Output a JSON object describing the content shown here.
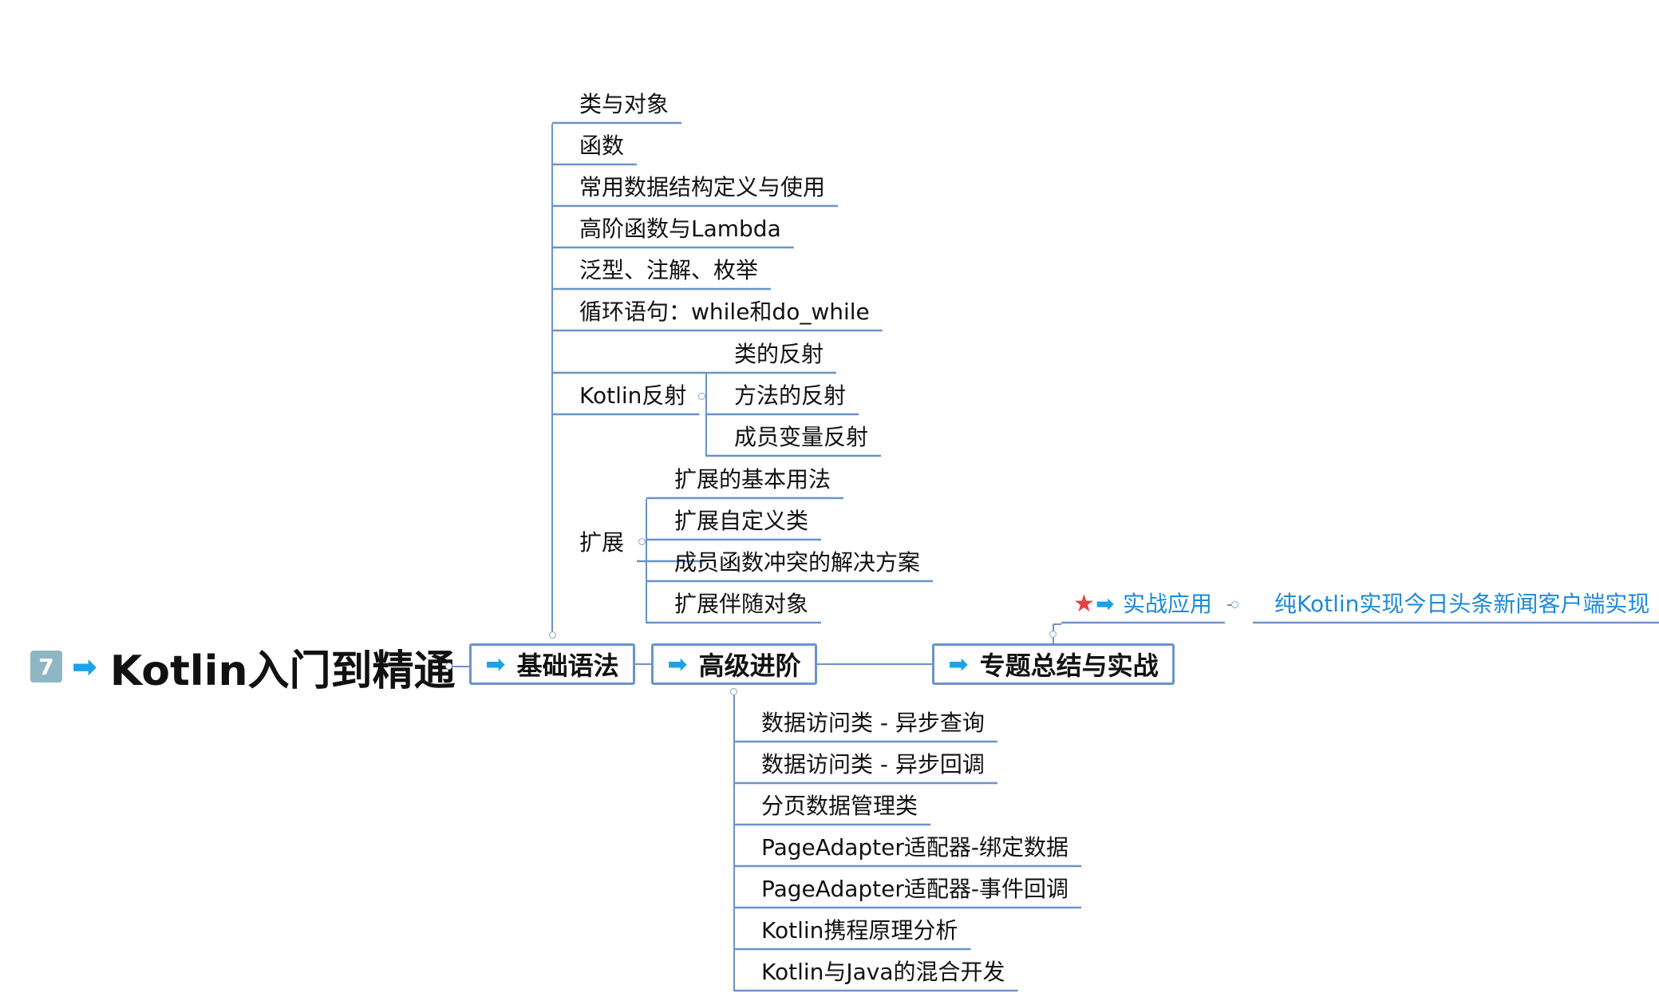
{
  "root": {
    "badge": "7",
    "title": "Kotlin入门到精通"
  },
  "branches": {
    "basic": {
      "label": "基础语法",
      "children": [
        "类与对象",
        "函数",
        "常用数据结构定义与使用",
        "高阶函数与Lambda",
        "泛型、注解、枚举",
        "循环语句：while和do_while"
      ],
      "reflection": {
        "label": "Kotlin反射",
        "children": [
          "类的反射",
          "方法的反射",
          "成员变量反射"
        ]
      },
      "extension": {
        "label": "扩展",
        "children": [
          "扩展的基本用法",
          "扩展自定义类",
          "成员函数冲突的解决方案",
          "扩展伴随对象"
        ]
      }
    },
    "advanced": {
      "label": "高级进阶",
      "children": [
        "数据访问类 - 异步查询",
        "数据访问类 - 异步回调",
        "分页数据管理类",
        "PageAdapter适配器-绑定数据",
        "PageAdapter适配器-事件回调",
        "Kotlin携程原理分析",
        "Kotlin与Java的混合开发"
      ]
    },
    "practice": {
      "label": "专题总结与实战",
      "topic": {
        "label": "实战应用",
        "child": "纯Kotlin实现今日头条新闻客户端实现"
      }
    }
  },
  "colors": {
    "line": "#6b93c9",
    "accent": "#1aa3e8",
    "star": "#e84040",
    "badge": "#8fb6c4"
  },
  "icons": {
    "arrow": "right-arrow-icon",
    "star": "star-icon"
  }
}
